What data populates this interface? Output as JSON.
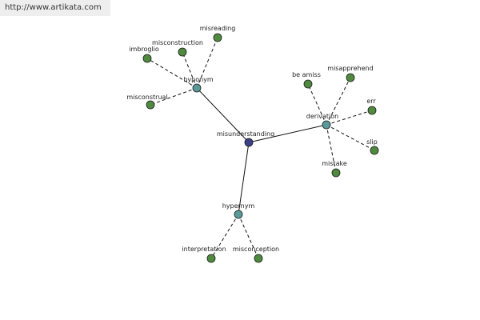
{
  "site": {
    "url": "http://www.artikata.com"
  },
  "graph": {
    "colors": {
      "root": "#3b3f86",
      "hub": "#5b9a9a",
      "leaf": "#4f8a3f",
      "edge": "#111111"
    },
    "nodes": [
      {
        "id": "misunderstanding",
        "label": "misunderstanding",
        "kind": "root"
      },
      {
        "id": "hyponym",
        "label": "hyponym",
        "kind": "hub"
      },
      {
        "id": "derivation",
        "label": "derivation",
        "kind": "hub"
      },
      {
        "id": "hypernym",
        "label": "hypernym",
        "kind": "hub"
      },
      {
        "id": "misreading",
        "label": "misreading",
        "kind": "leaf"
      },
      {
        "id": "misconstruction",
        "label": "misconstruction",
        "kind": "leaf"
      },
      {
        "id": "imbroglio",
        "label": "imbroglio",
        "kind": "leaf"
      },
      {
        "id": "misconstrual",
        "label": "misconstrual",
        "kind": "leaf"
      },
      {
        "id": "be-amiss",
        "label": "be amiss",
        "kind": "leaf"
      },
      {
        "id": "misapprehend",
        "label": "misapprehend",
        "kind": "leaf"
      },
      {
        "id": "err",
        "label": "err",
        "kind": "leaf"
      },
      {
        "id": "slip",
        "label": "slip",
        "kind": "leaf"
      },
      {
        "id": "mistake",
        "label": "mistake",
        "kind": "leaf"
      },
      {
        "id": "interpretation",
        "label": "interpretation",
        "kind": "leaf"
      },
      {
        "id": "misconception",
        "label": "misconception",
        "kind": "leaf"
      }
    ],
    "edges": [
      {
        "from": "misunderstanding",
        "to": "hyponym",
        "style": "solid"
      },
      {
        "from": "misunderstanding",
        "to": "derivation",
        "style": "solid"
      },
      {
        "from": "misunderstanding",
        "to": "hypernym",
        "style": "solid"
      },
      {
        "from": "hyponym",
        "to": "misreading",
        "style": "dashed"
      },
      {
        "from": "hyponym",
        "to": "misconstruction",
        "style": "dashed"
      },
      {
        "from": "hyponym",
        "to": "imbroglio",
        "style": "dashed"
      },
      {
        "from": "hyponym",
        "to": "misconstrual",
        "style": "dashed"
      },
      {
        "from": "derivation",
        "to": "be-amiss",
        "style": "dashed"
      },
      {
        "from": "derivation",
        "to": "misapprehend",
        "style": "dashed"
      },
      {
        "from": "derivation",
        "to": "err",
        "style": "dashed"
      },
      {
        "from": "derivation",
        "to": "slip",
        "style": "dashed"
      },
      {
        "from": "derivation",
        "to": "mistake",
        "style": "dashed"
      },
      {
        "from": "hypernym",
        "to": "interpretation",
        "style": "dashed"
      },
      {
        "from": "hypernym",
        "to": "misconception",
        "style": "dashed"
      }
    ]
  }
}
